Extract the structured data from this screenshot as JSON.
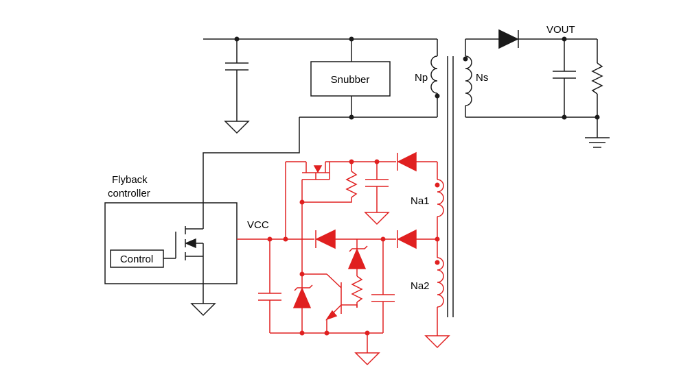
{
  "labels": {
    "vout": "VOUT",
    "snubber": "Snubber",
    "np": "Np",
    "ns": "Ns",
    "flyback_line1": "Flyback",
    "flyback_line2": "controller",
    "vcc": "VCC",
    "control": "Control",
    "na1": "Na1",
    "na2": "Na2"
  },
  "colors": {
    "primary_wiring": "#1a1a1a",
    "auxiliary_circuit": "#e02020"
  }
}
